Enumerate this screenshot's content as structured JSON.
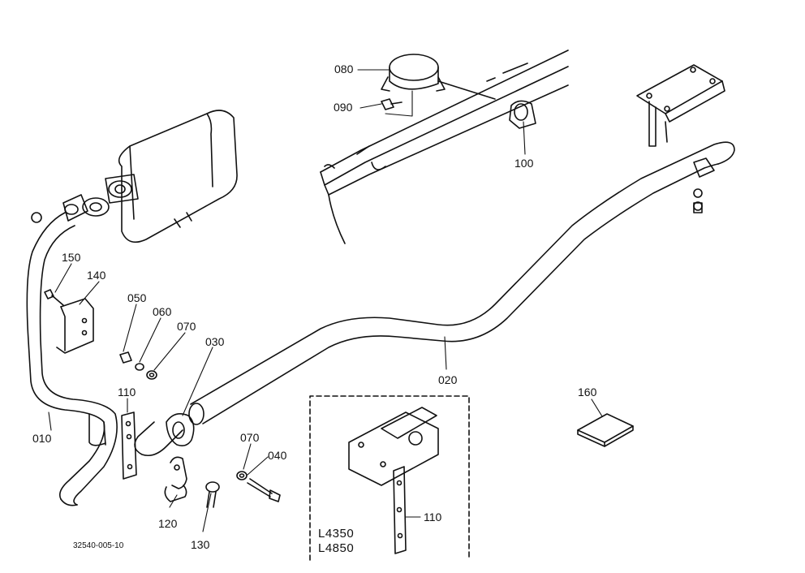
{
  "labels": {
    "p010": "010",
    "p020": "020",
    "p030": "030",
    "p040": "040",
    "p050": "050",
    "p060": "060",
    "p070a": "070",
    "p070b": "070",
    "p080": "080",
    "p090": "090",
    "p100": "100",
    "p110a": "110",
    "p110b": "110",
    "p120": "120",
    "p130": "130",
    "p140": "140",
    "p150": "150",
    "p160": "160"
  },
  "models": [
    "L4350",
    "L4850"
  ],
  "drawing_code": "32540-005-10",
  "colors": {
    "ink": "#111111",
    "paper": "#ffffff"
  }
}
